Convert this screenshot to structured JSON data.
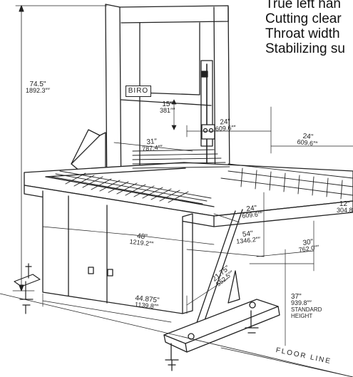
{
  "spec_lines": [
    "True left han",
    "Cutting clear",
    "Throat width",
    "Stabilizing su"
  ],
  "brand": "BIRO",
  "dimensions": {
    "overall_height": {
      "inch": "74.5\"",
      "mm": "1892.3″″"
    },
    "blade_height": {
      "inch": "15\"",
      "mm": "381″″"
    },
    "throat_upper": {
      "inch": "24\"",
      "mm": "609.6″″"
    },
    "right_width": {
      "inch": "24\"",
      "mm": "609.6″″"
    },
    "depth_31": {
      "inch": "31\"",
      "mm": "787.4″″"
    },
    "front_24": {
      "inch": "24\"",
      "mm": "609.6″″"
    },
    "side_12": {
      "inch": "12\"",
      "mm": "304.8"
    },
    "width_48": {
      "inch": "48\"",
      "mm": "1219.2″″"
    },
    "width_54": {
      "inch": "54\"",
      "mm": "1346.2″″"
    },
    "width_30": {
      "inch": "30\"",
      "mm": "762.0″″"
    },
    "leg_44": {
      "inch": "44.875\"",
      "mm": "1139.8″″"
    },
    "brace_21": {
      "inch": "21.75\"",
      "mm": "552.5″″"
    },
    "standard_height": {
      "inch": "37\"",
      "mm": "939.8″″",
      "line1": "STANDARD",
      "line2": "HEIGHT"
    }
  },
  "floor_label": "FLOOR  LINE"
}
